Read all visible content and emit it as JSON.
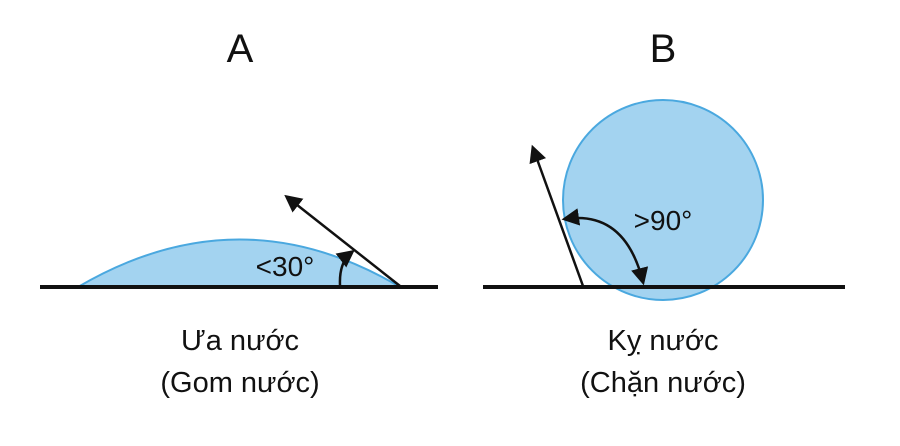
{
  "panels": [
    {
      "title": "A",
      "angle_label": "<30°",
      "caption_line1": "Ưa nước",
      "caption_line2": "(Gom nước)"
    },
    {
      "title": "B",
      "angle_label": ">90°",
      "caption_line1": "Kỵ nước",
      "caption_line2": "(Chặn nước)"
    }
  ],
  "colors": {
    "droplet_fill": "#a3d3f0",
    "droplet_stroke": "#4aa8df",
    "line": "#111111",
    "background": "#ffffff"
  }
}
